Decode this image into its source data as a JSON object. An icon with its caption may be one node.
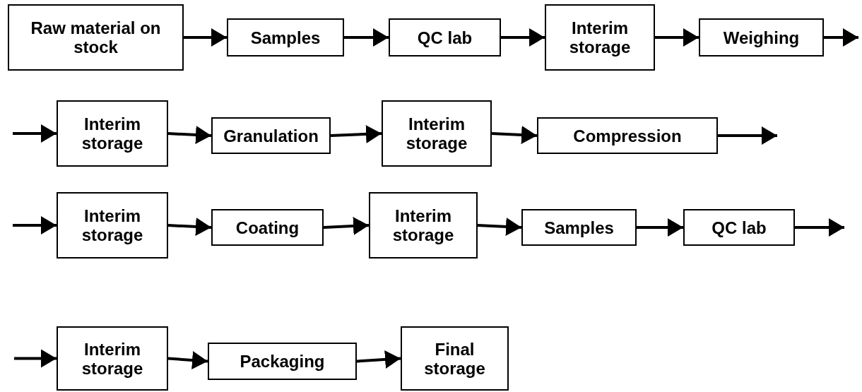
{
  "diagram": {
    "nodes": [
      {
        "text": [
          "Raw material on stock"
        ]
      },
      {
        "text": [
          "Samples"
        ]
      },
      {
        "text": [
          "QC lab"
        ]
      },
      {
        "text": [
          "Interim storage"
        ]
      },
      {
        "text": [
          "Weighing"
        ]
      },
      {
        "text": [
          "Interim storage"
        ]
      },
      {
        "text": [
          "Granulation"
        ]
      },
      {
        "text": [
          "Interim storage"
        ]
      },
      {
        "text": [
          "Compression"
        ]
      },
      {
        "text": [
          "Interim storage"
        ]
      },
      {
        "text": [
          "Coating"
        ]
      },
      {
        "text": [
          "Interim storage"
        ]
      },
      {
        "text": [
          "Samples"
        ]
      },
      {
        "text": [
          "QC lab"
        ]
      },
      {
        "text": [
          "Interim storage"
        ]
      },
      {
        "text": [
          "Packaging"
        ]
      },
      {
        "text": [
          "Final storage"
        ]
      }
    ],
    "edges": [
      {
        "from": 0,
        "to": 1,
        "arrow": "to"
      },
      {
        "from": 1,
        "to": 2,
        "arrow": "to"
      },
      {
        "from": 2,
        "to": 3,
        "arrow": "to"
      },
      {
        "from": 3,
        "to": 4,
        "arrow": "to"
      },
      {
        "from": 4,
        "to": null,
        "arrow": "to"
      },
      {
        "from": null,
        "to": 5,
        "arrow": "to"
      },
      {
        "from": 5,
        "to": 6,
        "arrow": "to"
      },
      {
        "from": 6,
        "to": 7,
        "arrow": "to"
      },
      {
        "from": 7,
        "to": 8,
        "arrow": "to"
      },
      {
        "from": 8,
        "to": null,
        "arrow": "to"
      },
      {
        "from": null,
        "to": 9,
        "arrow": "to"
      },
      {
        "from": 9,
        "to": 10,
        "arrow": "to"
      },
      {
        "from": 10,
        "to": 11,
        "arrow": "to"
      },
      {
        "from": 11,
        "to": 12,
        "arrow": "to"
      },
      {
        "from": 12,
        "to": 13,
        "arrow": "to"
      },
      {
        "from": 13,
        "to": null,
        "arrow": "to"
      },
      {
        "from": null,
        "to": 14,
        "arrow": "to"
      },
      {
        "from": 14,
        "to": 15,
        "arrow": "to"
      },
      {
        "from": 15,
        "to": 16,
        "arrow": "to"
      }
    ]
  }
}
